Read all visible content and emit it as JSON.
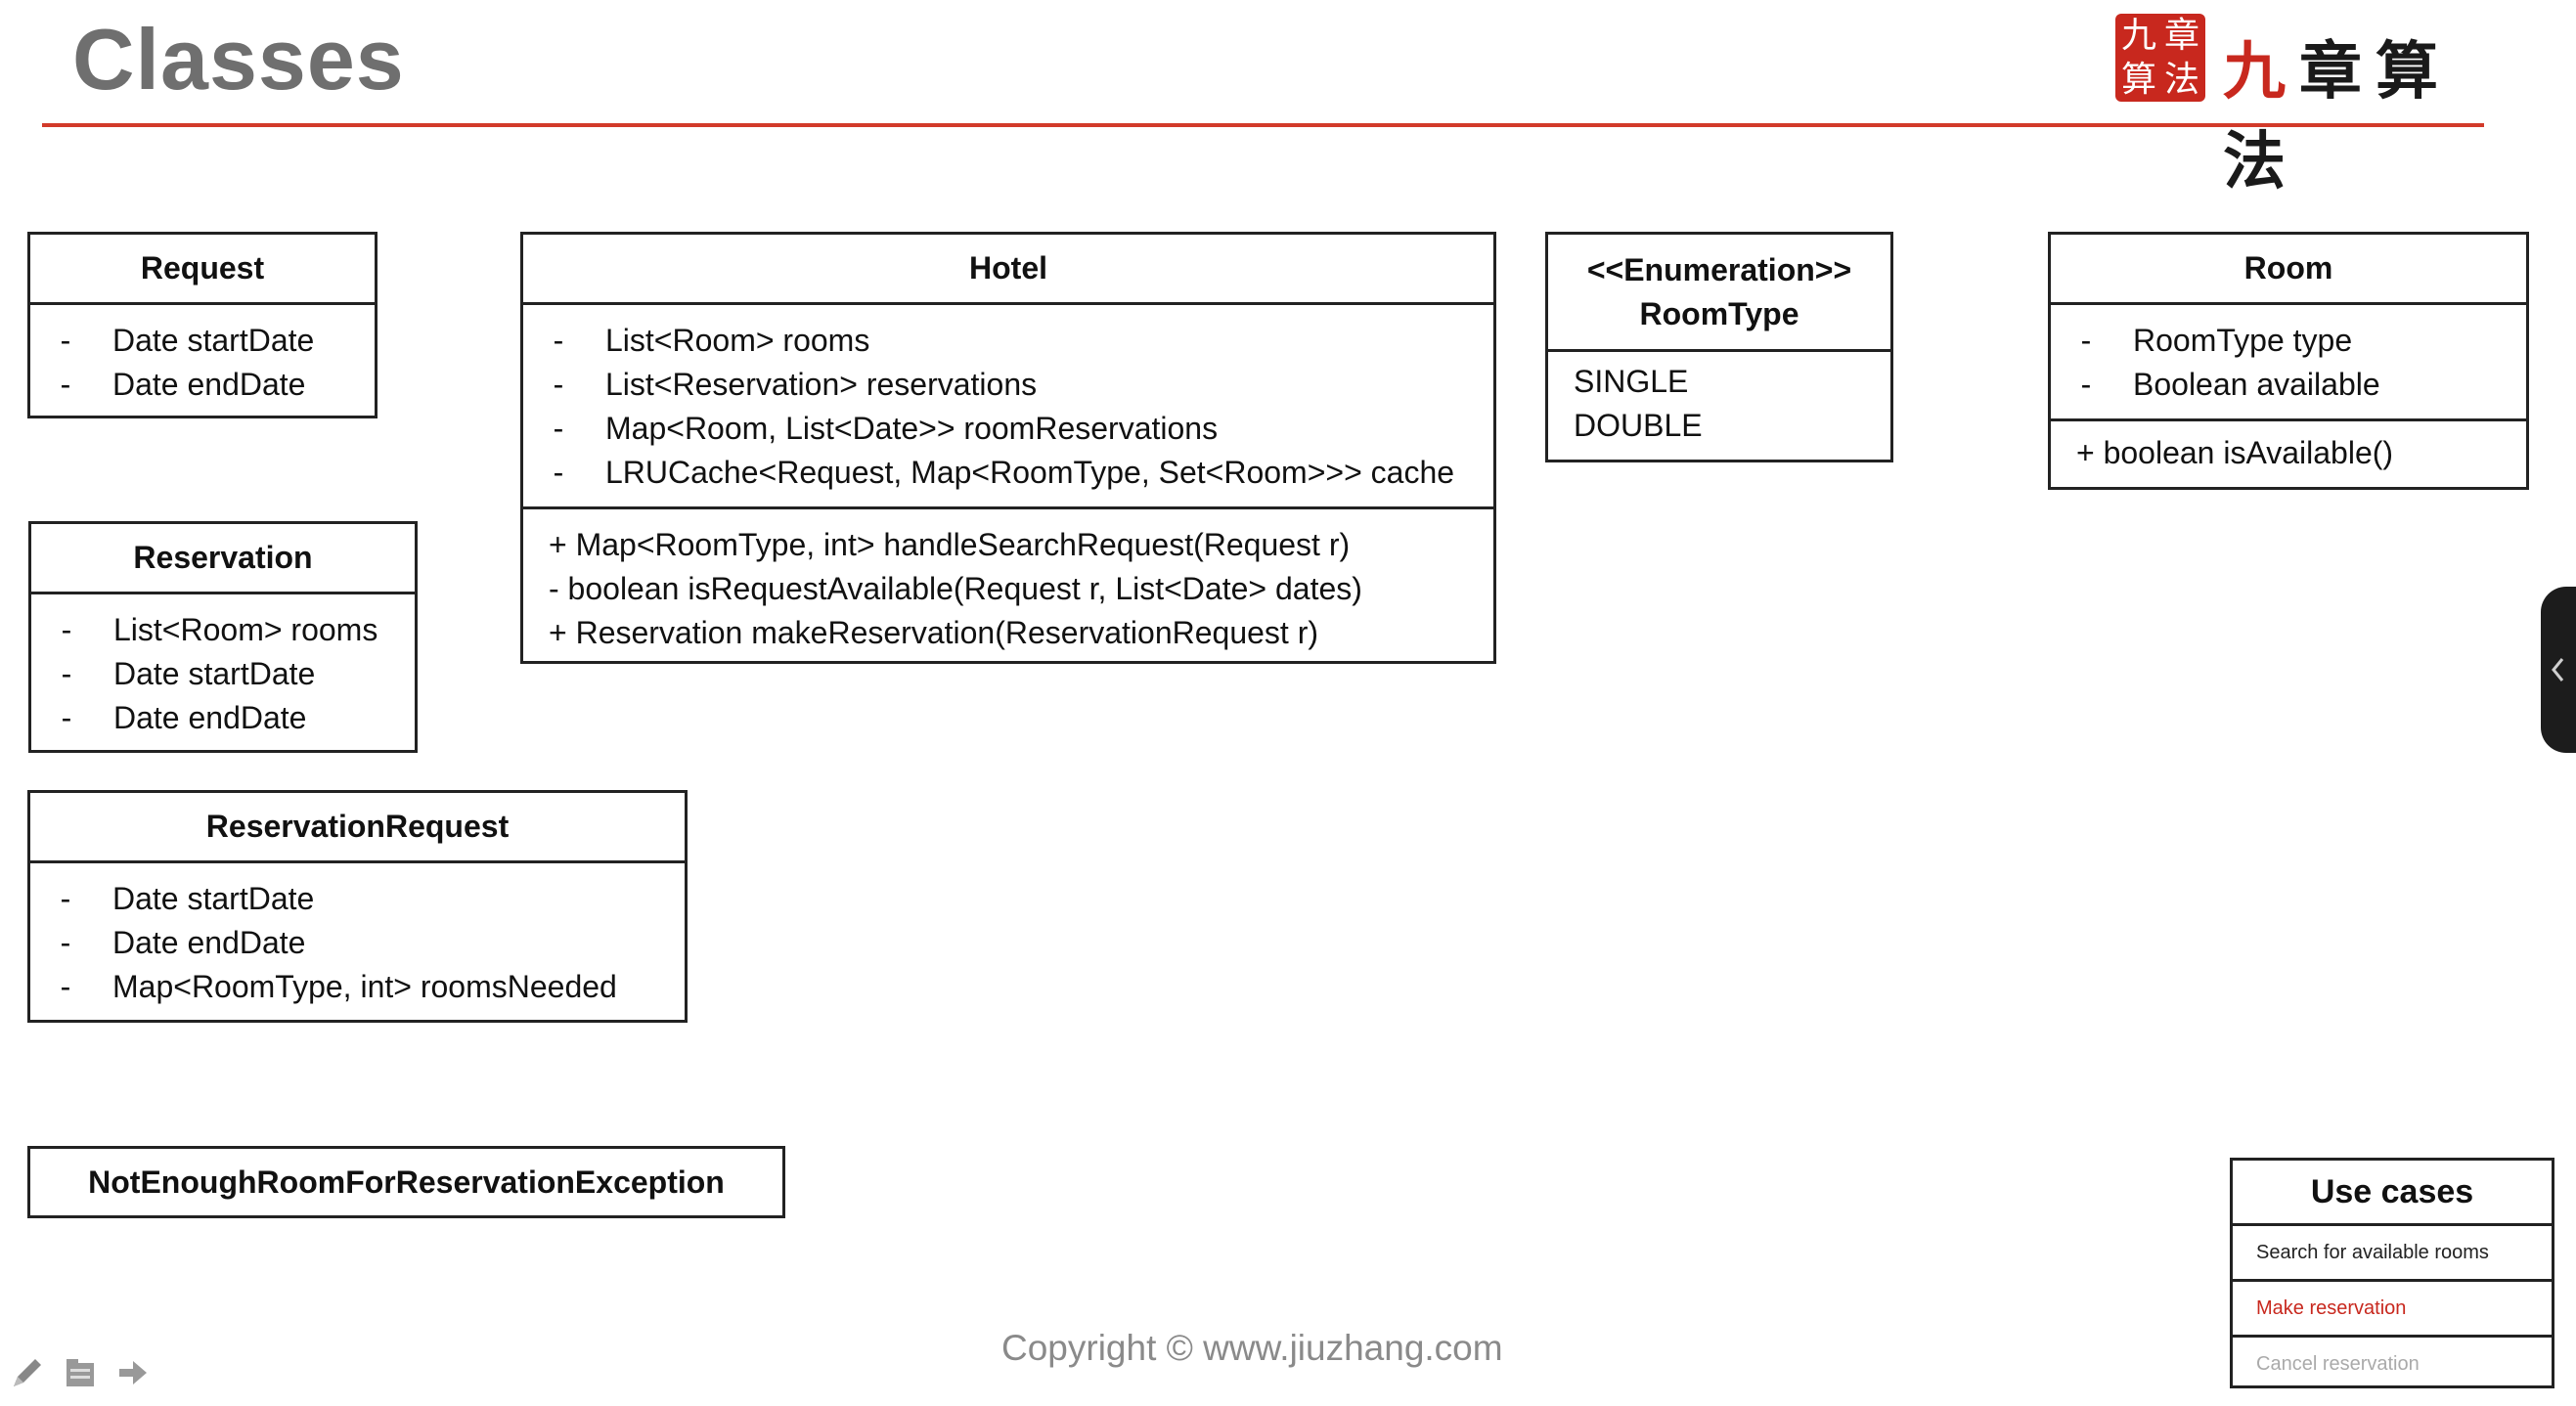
{
  "header": {
    "title": "Classes",
    "logo_seal": [
      "九",
      "章",
      "算",
      "法"
    ],
    "logo_text_first": "九",
    "logo_text_rest": "章算法"
  },
  "classes": {
    "request": {
      "name": "Request",
      "attributes": [
        {
          "vis": "-",
          "text": "Date startDate"
        },
        {
          "vis": "-",
          "text": "Date endDate"
        }
      ]
    },
    "hotel": {
      "name": "Hotel",
      "attributes": [
        {
          "vis": "-",
          "text": "List<Room> rooms"
        },
        {
          "vis": "-",
          "text": "List<Reservation> reservations"
        },
        {
          "vis": "-",
          "text": "Map<Room, List<Date>> roomReservations"
        },
        {
          "vis": "-",
          "text": "LRUCache<Request, Map<RoomType, Set<Room>>> cache"
        }
      ],
      "methods": [
        "+ Map<RoomType, int> handleSearchRequest(Request r)",
        "-  boolean isRequestAvailable(Request r, List<Date> dates)",
        "+ Reservation makeReservation(ReservationRequest r)"
      ]
    },
    "roomtype": {
      "stereotype": "<<Enumeration>>",
      "name": "RoomType",
      "values": [
        "SINGLE",
        "DOUBLE"
      ]
    },
    "room": {
      "name": "Room",
      "attributes": [
        {
          "vis": "-",
          "text": "RoomType type"
        },
        {
          "vis": "-",
          "text": "Boolean available"
        }
      ],
      "methods": [
        "+ boolean isAvailable()"
      ]
    },
    "reservation": {
      "name": "Reservation",
      "attributes": [
        {
          "vis": "-",
          "text": "List<Room> rooms"
        },
        {
          "vis": "-",
          "text": "Date startDate"
        },
        {
          "vis": "-",
          "text": "Date endDate"
        }
      ]
    },
    "reservation_request": {
      "name": "ReservationRequest",
      "attributes": [
        {
          "vis": "-",
          "text": "Date startDate"
        },
        {
          "vis": "-",
          "text": "Date endDate"
        },
        {
          "vis": "-",
          "text": "Map<RoomType, int> roomsNeeded"
        }
      ]
    },
    "exception": {
      "name": "NotEnoughRoomForReservationException"
    }
  },
  "use_cases": {
    "title": "Use cases",
    "items": [
      {
        "label": "Search for available rooms"
      },
      {
        "label": "Make reservation"
      },
      {
        "label": "Cancel reservation"
      }
    ],
    "colors": {
      "normal": "#222222",
      "active": "#c8281e",
      "muted": "#aaaaaa"
    }
  },
  "footer": {
    "copyright": "Copyright © www.jiuzhang.com"
  },
  "icons": [
    "pencil-icon",
    "folder-icon",
    "arrow-right-icon",
    "chevron-left-icon"
  ]
}
